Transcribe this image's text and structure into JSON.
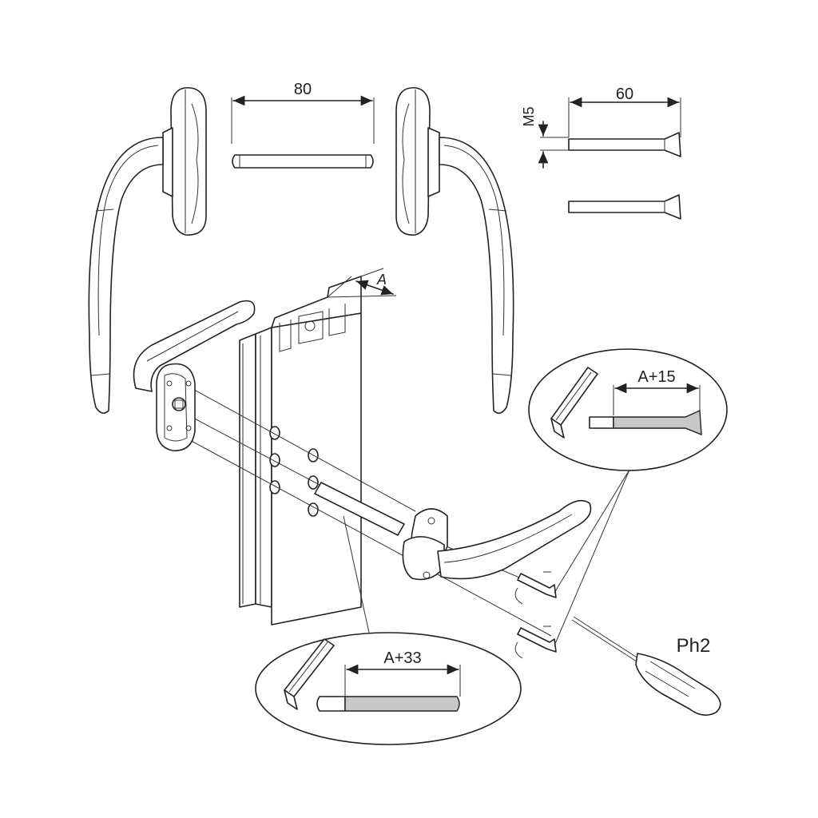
{
  "dimensions": {
    "spindle_length": "80",
    "screw_length": "60",
    "screw_thread": "M5",
    "profile_depth": "A",
    "screw_formula": "A+15",
    "spindle_formula": "A+33"
  },
  "tool": {
    "screwdriver_label": "Ph2"
  },
  "icons": {
    "handle": "window-handle-icon",
    "spindle": "square-spindle-icon",
    "screw": "countersunk-screw-icon",
    "screwdriver": "phillips-screwdriver-icon",
    "profile": "window-profile-icon"
  },
  "colors": {
    "line": "#222222",
    "shade": "#c8c8c8",
    "background": "#ffffff"
  }
}
